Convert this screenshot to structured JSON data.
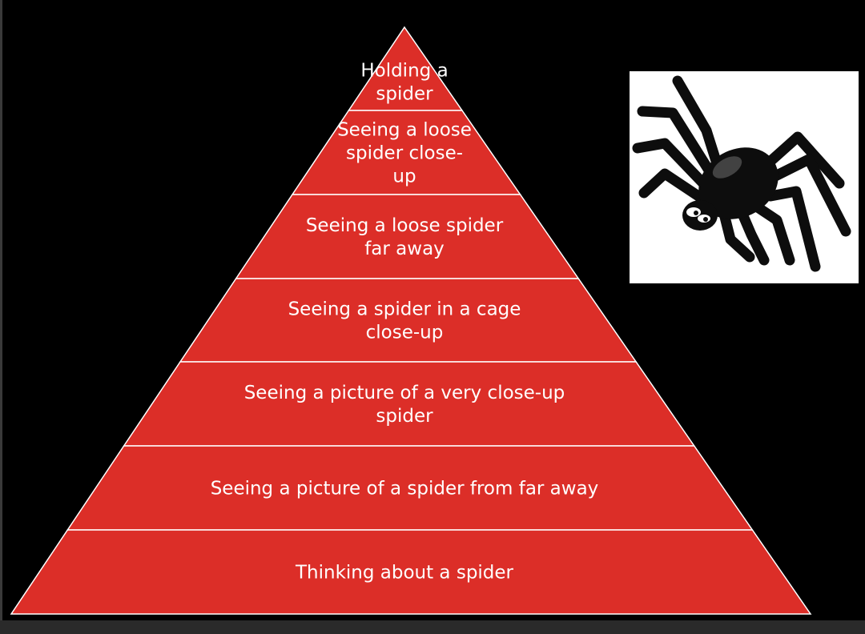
{
  "diagram": {
    "type": "pyramid",
    "tiers_top_to_bottom": [
      {
        "lines": [
          "Holding a",
          "spider"
        ]
      },
      {
        "lines": [
          "Seeing a loose",
          "spider close-",
          "up"
        ]
      },
      {
        "lines": [
          "Seeing a loose spider",
          "far away"
        ]
      },
      {
        "lines": [
          "Seeing a spider in a cage",
          "close-up"
        ]
      },
      {
        "lines": [
          "Seeing a picture of a very close-up",
          "spider"
        ]
      },
      {
        "lines": [
          "Seeing a  picture of a spider from far away"
        ]
      },
      {
        "lines": [
          "Thinking about a spider"
        ]
      }
    ]
  },
  "spider_image": {
    "icon": "spider-icon"
  },
  "colors": {
    "background": "#000000",
    "tier_fill": "#dc2e28",
    "tier_divider": "#ffffff",
    "text": "#ffffff",
    "spider_body": "#0d0d0d",
    "spider_panel": "#ffffff"
  }
}
